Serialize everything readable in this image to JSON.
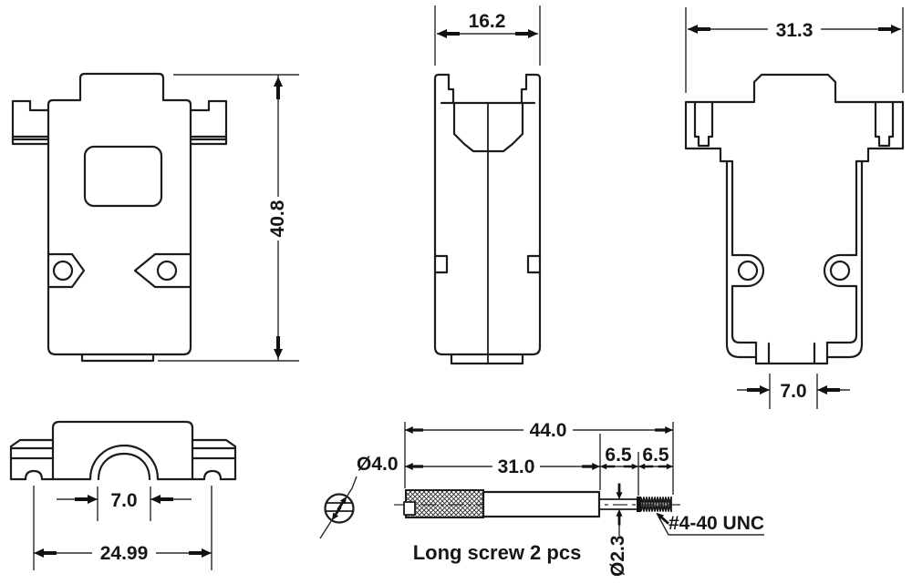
{
  "views": {
    "front": {
      "height_dim": "40.8"
    },
    "side": {
      "width_dim": "16.2"
    },
    "back": {
      "width_dim": "31.3",
      "tab_dim": "7.0"
    },
    "clamp": {
      "slot_dim": "7.0",
      "spacing_dim": "24.99"
    },
    "screw": {
      "overall_dim": "44.0",
      "body_dim": "31.0",
      "seg_a_dim": "6.5",
      "seg_b_dim": "6.5",
      "head_dia_dim": "Ø4.0",
      "shaft_dia_dim": "Ø2.3",
      "thread_spec": "#4-40 UNC",
      "caption": "Long screw 2 pcs"
    }
  },
  "colors": {
    "outline": "#1c1c1c",
    "dimension": "#2b2b2b",
    "text": "#161616",
    "background": "#ffffff"
  }
}
